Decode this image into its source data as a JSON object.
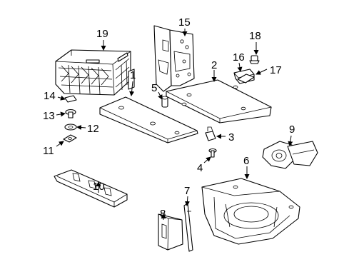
{
  "diagram": {
    "callouts": [
      {
        "id": "1",
        "label": "1"
      },
      {
        "id": "2",
        "label": "2"
      },
      {
        "id": "3",
        "label": "3"
      },
      {
        "id": "4",
        "label": "4"
      },
      {
        "id": "5",
        "label": "5"
      },
      {
        "id": "6",
        "label": "6"
      },
      {
        "id": "7",
        "label": "7"
      },
      {
        "id": "8",
        "label": "8"
      },
      {
        "id": "9",
        "label": "9"
      },
      {
        "id": "10",
        "label": "10"
      },
      {
        "id": "11",
        "label": "11"
      },
      {
        "id": "12",
        "label": "12"
      },
      {
        "id": "13",
        "label": "13"
      },
      {
        "id": "14",
        "label": "14"
      },
      {
        "id": "15",
        "label": "15"
      },
      {
        "id": "16",
        "label": "16"
      },
      {
        "id": "17",
        "label": "17"
      },
      {
        "id": "18",
        "label": "18"
      },
      {
        "id": "19",
        "label": "19"
      }
    ],
    "colors": {
      "line": "#000000",
      "background": "#ffffff"
    }
  }
}
